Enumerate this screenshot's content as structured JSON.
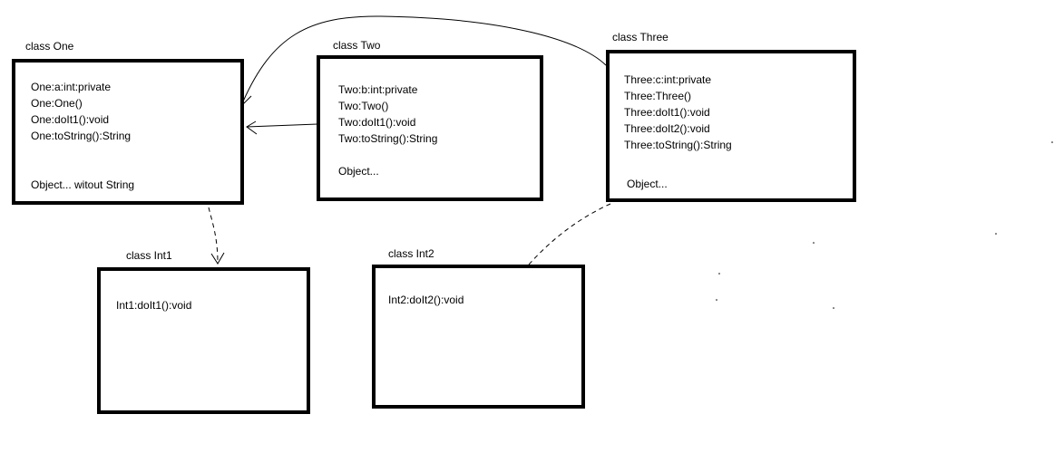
{
  "classes": {
    "one": {
      "title": "class One",
      "lines": [
        "One:a:int:private",
        "One:One()",
        "One:doIt1():void",
        "One:toString():String"
      ],
      "note": "Object... witout String"
    },
    "two": {
      "title": "class Two",
      "lines": [
        "Two:b:int:private",
        "Two:Two()",
        "Two:doIt1():void",
        "Two:toString():String"
      ],
      "note": "Object..."
    },
    "three": {
      "title": "class Three",
      "lines": [
        "Three:c:int:private",
        "Three:Three()",
        "Three:doIt1():void",
        "Three:doIt2():void",
        "Three:toString():String"
      ],
      "note": "Object..."
    },
    "int1": {
      "title": "class Int1",
      "lines": [
        "Int1:doIt1():void"
      ]
    },
    "int2": {
      "title": "class Int2",
      "lines": [
        "Int2:doIt2():void"
      ]
    }
  },
  "connectors": [
    {
      "from": "two",
      "to": "one",
      "kind": "inheritance-solid"
    },
    {
      "from": "three",
      "to": "one",
      "kind": "inheritance-curved"
    },
    {
      "from": "one",
      "to": "int1",
      "kind": "implements-dashed"
    },
    {
      "from": "three",
      "to": "int2",
      "kind": "implements-dashed"
    }
  ]
}
